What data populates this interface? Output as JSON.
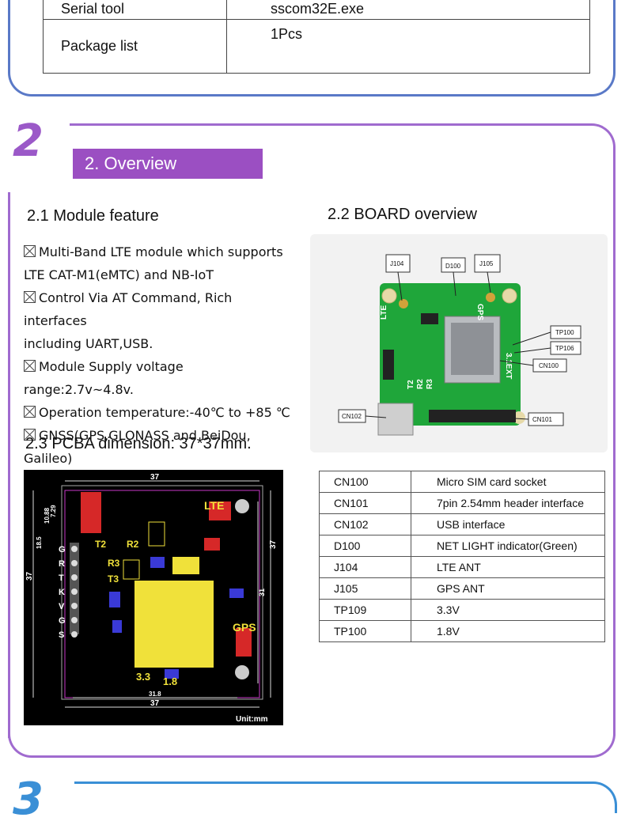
{
  "spec_table": [
    {
      "key": "Serial tool",
      "value": "sscom32E.exe"
    },
    {
      "key": "Package list",
      "value": "1Pcs"
    }
  ],
  "section2": {
    "number": "2",
    "banner": "2. Overview",
    "feature_title": "2.1 Module feature",
    "features": [
      "Multi-Band LTE module which supports",
      "LTE CAT-M1(eMTC) and NB-IoT",
      "Control Via AT Command, Rich interfaces",
      "including UART,USB.",
      "Module Supply voltage range:2.7v~4.8v.",
      "Operation temperature:-40℃ to +85 ℃",
      "GNSS(GPS,GLONASS and BeiDou, Galileo)"
    ],
    "board_title": "2.2 BOARD overview",
    "board_labels": [
      "J104",
      "D100",
      "J105",
      "TP100",
      "TP106",
      "CN100",
      "CN102",
      "CN101"
    ],
    "board_silk": [
      "LTE",
      "GPS",
      "3.1EXT",
      "T2",
      "R2",
      "R3"
    ],
    "pcba_title": "2.3 PCBA dimension: 37*37mm.",
    "pcba": {
      "dim_top": "37",
      "dim_bottom": "37",
      "dim_bottom_inner": "31.8",
      "dim_left": "37",
      "dim_right": "37",
      "dim_right_inner": "31",
      "dim_left_small1": "18.5",
      "dim_left_small2": "10.88",
      "dim_left_small3": "7.29",
      "pins": [
        "G",
        "R",
        "T",
        "K",
        "V",
        "G",
        "S"
      ],
      "silk_lte": "LTE",
      "silk_gps": "GPS",
      "silk_t2": "T2",
      "silk_r2": "R2",
      "silk_r3": "R3",
      "silk_t3": "T3",
      "silk_33": "3.3",
      "silk_18": "1.8",
      "unit": "Unit:mm"
    },
    "connector_table": [
      {
        "ref": "CN100",
        "desc": "Micro SIM card socket"
      },
      {
        "ref": "CN101",
        "desc": "7pin 2.54mm header interface"
      },
      {
        "ref": "CN102",
        "desc": "USB interface"
      },
      {
        "ref": "D100",
        "desc": "NET LIGHT indicator(Green)"
      },
      {
        "ref": "J104",
        "desc": "LTE ANT"
      },
      {
        "ref": "J105",
        "desc": "GPS ANT"
      },
      {
        "ref": "TP109",
        "desc": "3.3V"
      },
      {
        "ref": "TP100",
        "desc": "1.8V"
      }
    ]
  },
  "section3": {
    "number": "3"
  },
  "colors": {
    "purple": "#9b4fc2",
    "blue": "#5a79c7",
    "board_green": "#1fa63a",
    "pcb_yellow": "#f0e13a"
  }
}
